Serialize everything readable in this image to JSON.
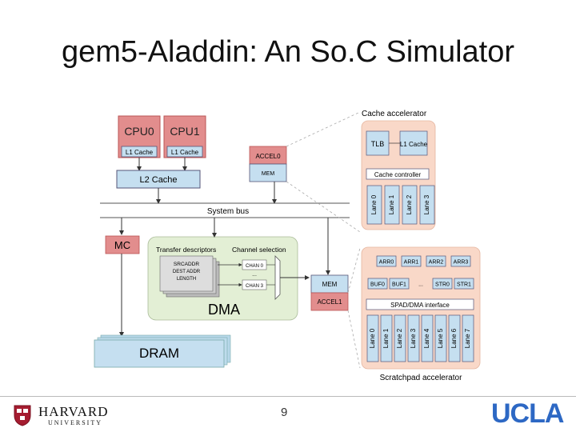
{
  "slide": {
    "title": "gem5-Aladdin: An So.C Simulator",
    "page_number": "9"
  },
  "diagram": {
    "cpu0": "CPU0",
    "cpu1": "CPU1",
    "l1_cache_0": "L1 Cache",
    "l1_cache_1": "L1 Cache",
    "l2_cache": "L2 Cache",
    "accel0": "ACCEL0",
    "mem_top": "MEM",
    "system_bus": "System bus",
    "mc": "MC",
    "transfer_descriptors": "Transfer descriptors",
    "channel_selection": "Channel selection",
    "srcaddr": "SRCADDR",
    "destaddr": "DEST ADDR",
    "length": "LENGTH",
    "chan0": "CHAN 0",
    "chan_dots": "...",
    "chan3": "CHAN 3",
    "dma": "DMA",
    "mem_bottom": "MEM",
    "accel1": "ACCEL1",
    "dram": "DRAM",
    "cache_accelerator": "Cache accelerator",
    "tlb": "TLB",
    "l1_cache_accel": "L1 Cache",
    "cache_controller": "Cache controller",
    "cache_lanes": [
      "Lane 0",
      "Lane 1",
      "Lane 2",
      "Lane 3"
    ],
    "arrays": [
      "ARR0",
      "ARR1",
      "ARR2",
      "ARR3"
    ],
    "buffers": [
      "BUF0",
      "BUF1",
      "...",
      "STR0",
      "STR1"
    ],
    "spad_interface": "SPAD/DMA interface",
    "spad_lanes": [
      "Lane 0",
      "Lane 1",
      "Lane 2",
      "Lane 3",
      "Lane 4",
      "Lane 5",
      "Lane 6",
      "Lane 7"
    ],
    "scratchpad_accelerator": "Scratchpad accelerator"
  },
  "footer": {
    "harvard_word": "HARVARD",
    "harvard_sub": "UNIVERSITY",
    "ucla": "UCLA"
  },
  "colors": {
    "cpu_red": "#e28d8d",
    "cache_blue": "#c5dff0",
    "dma_green": "#e3efd5",
    "accel_peach": "#f9d8c8"
  }
}
